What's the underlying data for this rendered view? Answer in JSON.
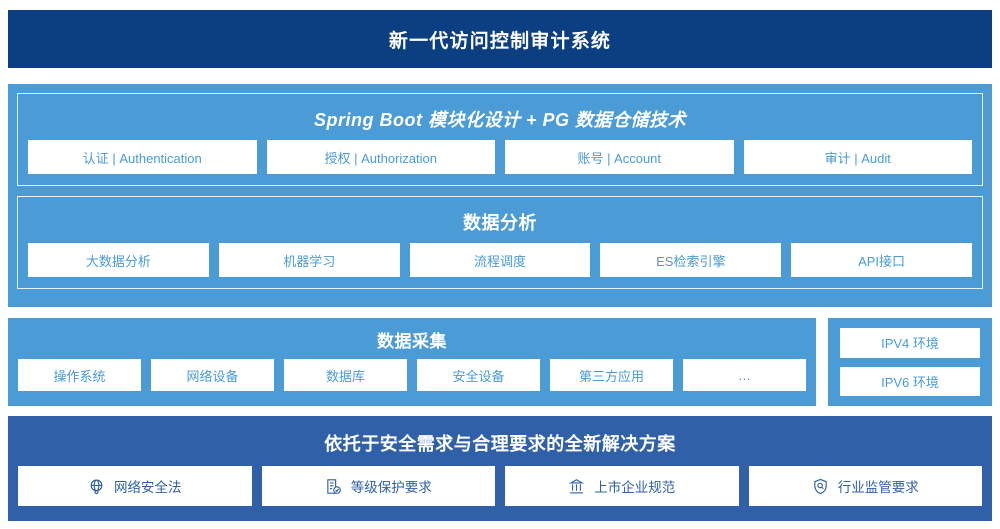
{
  "header": {
    "title": "新一代访问控制审计系统"
  },
  "platform": {
    "groups": [
      {
        "title": "Spring Boot 模块化设计 + PG 数据仓储技术",
        "italic": true,
        "items": [
          {
            "label": "认证 | Authentication"
          },
          {
            "label": "授权 | Authorization"
          },
          {
            "label": "账号 | Account"
          },
          {
            "label": "审计 | Audit"
          }
        ]
      },
      {
        "title": "数据分析",
        "italic": false,
        "items": [
          {
            "label": "大数据分析"
          },
          {
            "label": "机器学习"
          },
          {
            "label": "流程调度"
          },
          {
            "label": "ES检索引擎"
          },
          {
            "label": "API接口"
          }
        ]
      }
    ]
  },
  "collection": {
    "title": "数据采集",
    "items": [
      {
        "label": "操作系统"
      },
      {
        "label": "网络设备"
      },
      {
        "label": "数据库"
      },
      {
        "label": "安全设备"
      },
      {
        "label": "第三方应用"
      },
      {
        "label": "…"
      }
    ]
  },
  "environment": {
    "items": [
      {
        "label": "IPV4 环境"
      },
      {
        "label": "IPV6 环境"
      }
    ]
  },
  "compliance": {
    "title": "依托于安全需求与合理要求的全新解决方案",
    "items": [
      {
        "label": "网络安全法",
        "icon": "globe-icon"
      },
      {
        "label": "等级保护要求",
        "icon": "document-check-icon"
      },
      {
        "label": "上市企业规范",
        "icon": "bank-icon"
      },
      {
        "label": "行业监管要求",
        "icon": "shield-search-icon"
      }
    ]
  },
  "colors": {
    "header_bg": "#0c3f82",
    "platform_bg": "#4a9bd6",
    "collect_bg": "#4a9bd6",
    "compliance_bg": "#2f60a8",
    "chip_bg": "#ffffff",
    "chip_text_light": "#4a9bd6",
    "chip_text_dark": "#2f60a8"
  }
}
